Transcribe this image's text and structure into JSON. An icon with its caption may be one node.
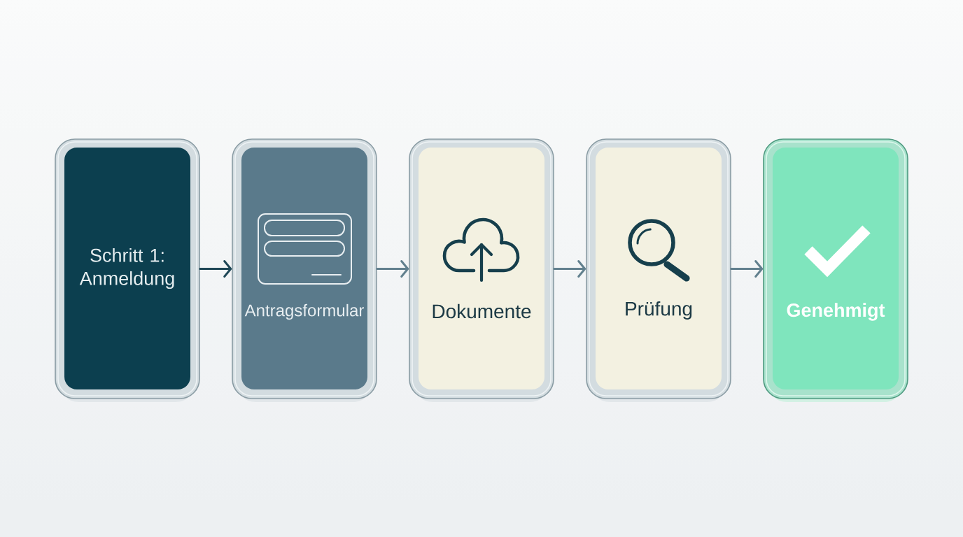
{
  "diagram": {
    "nodes": [
      {
        "text": [
          "Schritt 1: Anmeldung"
        ]
      },
      {
        "text": [
          "Antragsformular"
        ]
      },
      {
        "text": [
          "Dokumente"
        ]
      },
      {
        "text": [
          "Prüfung"
        ]
      },
      {
        "text": [
          "Genehmigt"
        ]
      }
    ],
    "edges": [
      {
        "from": 0,
        "to": 1,
        "arrow": "to",
        "color": "#1e4756"
      },
      {
        "from": 1,
        "to": 2,
        "arrow": "to"
      },
      {
        "from": 2,
        "to": 3,
        "arrow": "to"
      },
      {
        "from": 3,
        "to": 4,
        "arrow": "to"
      }
    ]
  }
}
